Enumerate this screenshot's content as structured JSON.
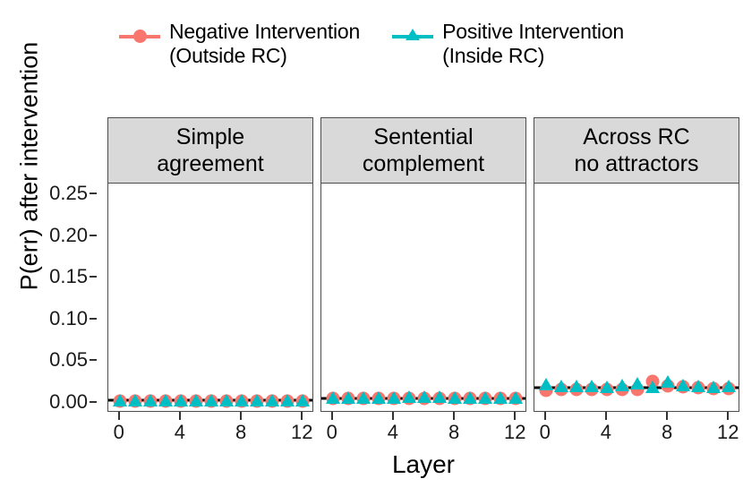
{
  "legend": {
    "position": "top",
    "entries": [
      {
        "name": "negative-intervention",
        "line1": "Negative Intervention",
        "line2": "(Outside RC)",
        "color": "#F8766D",
        "marker": "circle"
      },
      {
        "name": "positive-intervention",
        "line1": "Positive Intervention",
        "line2": "(Inside RC)",
        "color": "#00BFC4",
        "marker": "triangle"
      }
    ]
  },
  "axes": {
    "xlabel": "Layer",
    "ylabel": "P(err) after intervention",
    "yticks": [
      "0.00",
      "0.05",
      "0.10",
      "0.15",
      "0.20",
      "0.25"
    ],
    "ytick_values": [
      0.0,
      0.05,
      0.1,
      0.15,
      0.2,
      0.25
    ],
    "xticks": [
      "0",
      "4",
      "8",
      "12"
    ],
    "xtick_values": [
      0,
      4,
      8,
      12
    ],
    "ylim": [
      -0.012,
      0.262
    ],
    "xlim": [
      -0.75,
      12.75
    ]
  },
  "chart_data": {
    "type": "scatter",
    "title": "",
    "xlabel": "Layer",
    "ylabel": "P(err) after intervention",
    "xlim": [
      -0.75,
      12.75
    ],
    "ylim": [
      -0.012,
      0.262
    ],
    "grid": false,
    "legend_position": "top",
    "facets": [
      {
        "label_line1": "Simple",
        "label_line2": "agreement",
        "baseline": 0.002,
        "x": [
          0,
          1,
          2,
          3,
          4,
          5,
          6,
          7,
          8,
          9,
          10,
          11,
          12
        ],
        "series": [
          {
            "name": "Negative Intervention (Outside RC)",
            "color": "#F8766D",
            "marker": "circle",
            "values": [
              0.001,
              0.001,
              0.001,
              0.001,
              0.001,
              0.001,
              0.001,
              0.001,
              0.001,
              0.001,
              0.001,
              0.001,
              0.001
            ]
          },
          {
            "name": "Positive Intervention (Inside RC)",
            "color": "#00BFC4",
            "marker": "triangle",
            "values": [
              0.002,
              0.002,
              0.002,
              0.002,
              0.002,
              0.002,
              0.002,
              0.002,
              0.002,
              0.002,
              0.002,
              0.002,
              0.002
            ]
          }
        ]
      },
      {
        "label_line1": "Sentential",
        "label_line2": "complement",
        "baseline": 0.004,
        "x": [
          0,
          1,
          2,
          3,
          4,
          5,
          6,
          7,
          8,
          9,
          10,
          11,
          12
        ],
        "series": [
          {
            "name": "Negative Intervention (Outside RC)",
            "color": "#F8766D",
            "marker": "circle",
            "values": [
              0.004,
              0.004,
              0.004,
              0.004,
              0.004,
              0.004,
              0.004,
              0.004,
              0.004,
              0.004,
              0.004,
              0.004,
              0.004
            ]
          },
          {
            "name": "Positive Intervention (Inside RC)",
            "color": "#00BFC4",
            "marker": "triangle",
            "values": [
              0.005,
              0.005,
              0.005,
              0.005,
              0.005,
              0.006,
              0.006,
              0.006,
              0.005,
              0.005,
              0.005,
              0.005,
              0.005
            ]
          }
        ]
      },
      {
        "label_line1": "Across RC",
        "label_line2": "no attractors",
        "baseline": 0.017,
        "x": [
          0,
          1,
          2,
          3,
          4,
          5,
          6,
          7,
          8,
          9,
          10,
          11,
          12
        ],
        "series": [
          {
            "name": "Negative Intervention (Outside RC)",
            "color": "#F8766D",
            "marker": "circle",
            "values": [
              0.014,
              0.015,
              0.015,
              0.015,
              0.015,
              0.015,
              0.015,
              0.025,
              0.019,
              0.018,
              0.017,
              0.016,
              0.016
            ]
          },
          {
            "name": "Positive Intervention (Inside RC)",
            "color": "#00BFC4",
            "marker": "triangle",
            "values": [
              0.021,
              0.019,
              0.019,
              0.019,
              0.018,
              0.02,
              0.022,
              0.018,
              0.024,
              0.02,
              0.019,
              0.018,
              0.019
            ]
          }
        ]
      }
    ]
  }
}
